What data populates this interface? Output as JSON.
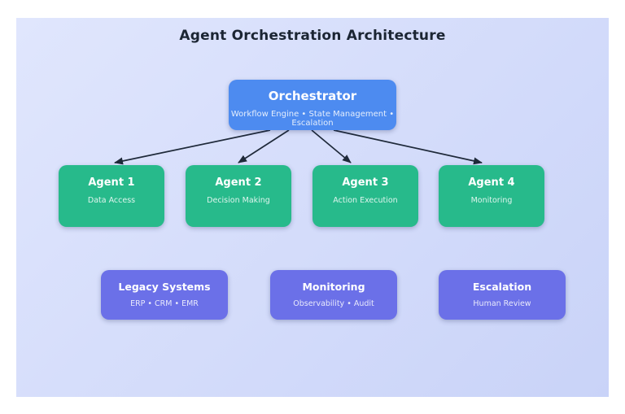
{
  "title": "Agent Orchestration Architecture",
  "colors": {
    "canvas_bg_start": "#e0e6fd",
    "canvas_bg_end": "#c9d3f8",
    "orchestrator": "#4d8bf0",
    "agent": "#27ba8b",
    "system": "#6b70e8",
    "arrow": "#1f2a3a",
    "title_text": "#1b2533"
  },
  "orchestrator": {
    "title": "Orchestrator",
    "subtitle": "Workflow Engine • State Management • Escalation"
  },
  "agents": [
    {
      "title": "Agent 1",
      "subtitle": "Data Access"
    },
    {
      "title": "Agent 2",
      "subtitle": "Decision Making"
    },
    {
      "title": "Agent 3",
      "subtitle": "Action Execution"
    },
    {
      "title": "Agent 4",
      "subtitle": "Monitoring"
    }
  ],
  "systems": [
    {
      "title": "Legacy Systems",
      "subtitle": "ERP • CRM • EMR"
    },
    {
      "title": "Monitoring",
      "subtitle": "Observability • Audit"
    },
    {
      "title": "Escalation",
      "subtitle": "Human Review"
    }
  ]
}
